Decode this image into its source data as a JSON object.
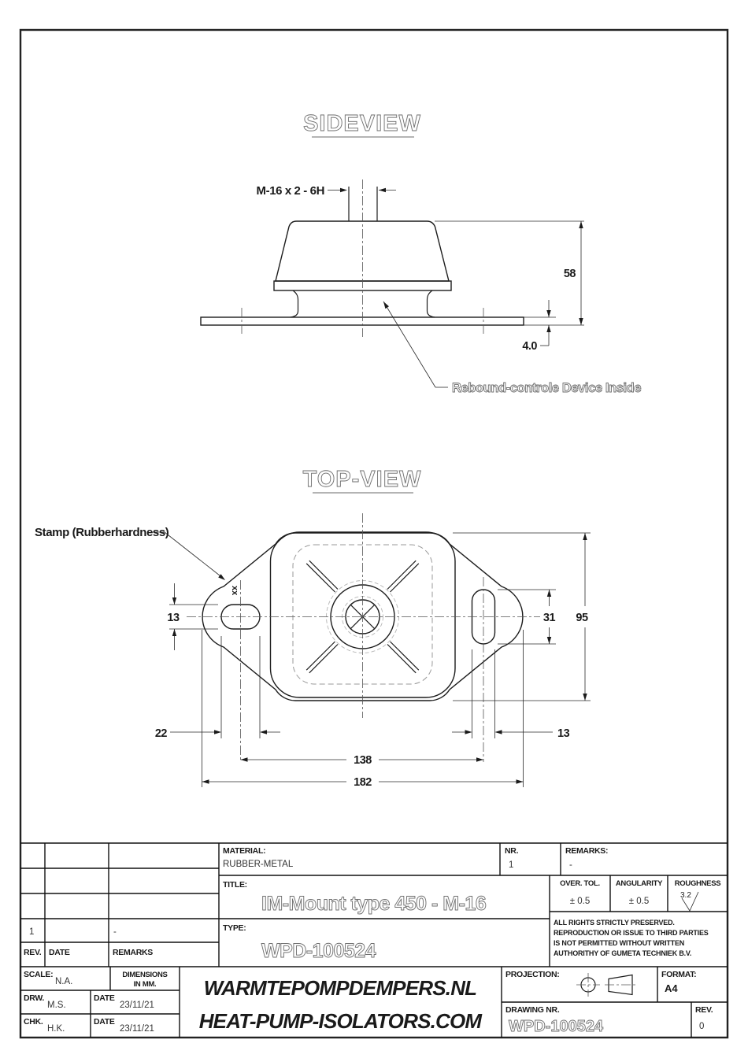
{
  "drawing": {
    "sideview": {
      "title": "SIDEVIEW",
      "thread_label": "M-16 x 2 - 6H",
      "dim_total_height": "58",
      "dim_plate_thickness": "4.0",
      "callout": "Rebound-controle Device Inside"
    },
    "topview": {
      "title": "TOP-VIEW",
      "stamp_label": "Stamp (Rubberhardness)",
      "stamp_mark": "xx",
      "dim_left_slot_width": "13",
      "dim_right_slot_length": "31",
      "dim_overall_width": "95",
      "dim_left_slot_length": "22",
      "dim_right_slot_width": "13",
      "dim_hole_centers": "138",
      "dim_overall_length": "182"
    }
  },
  "titleblock": {
    "material_label": "MATERIAL:",
    "material_value": "RUBBER-METAL",
    "nr_label": "NR.",
    "nr_value": "1",
    "remarks_label": "REMARKS:",
    "remarks_value": "-",
    "title_label": "TITLE:",
    "title_value": "IM-Mount type 450 - M-16",
    "type_label": "TYPE:",
    "type_value": "WPD-100524",
    "over_tol_label": "OVER. TOL.",
    "over_tol_value": "± 0.5",
    "angularity_label": "ANGULARITY",
    "angularity_value": "± 0.5",
    "roughness_label": "ROUGHNESS",
    "roughness_value": "3.2",
    "rights_line1": "ALL RIGHTS STRICTLY PRESERVED.",
    "rights_line2": "REPRODUCTION OR ISSUE TO THIRD PARTIES",
    "rights_line3": "IS NOT PERMITTED WITHOUT WRITTEN",
    "rights_line4": "AUTHORITHY OF GUMETA TECHNIEK B.V."
  },
  "revision_table": {
    "rev_label": "REV.",
    "date_label": "DATE",
    "remarks_label": "REMARKS",
    "row_rev": "1",
    "row_date": "",
    "row_remarks": "-"
  },
  "info_table": {
    "scale_label": "SCALE:",
    "scale_value": "N.A.",
    "dims_note_line1": "DIMENSIONS",
    "dims_note_line2": "IN MM.",
    "drw_label": "DRW.",
    "drw_value": "M.S.",
    "drw_date_label": "DATE",
    "drw_date_value": "23/11/21",
    "chk_label": "CHK.",
    "chk_value": "H.K.",
    "chk_date_label": "DATE",
    "chk_date_value": "23/11/21"
  },
  "footer": {
    "brand_line1": "WARMTEPOMPDEMPERS.NL",
    "brand_line2": "HEAT-PUMP-ISOLATORS.COM",
    "projection_label": "PROJECTION:",
    "format_label": "FORMAT:",
    "format_value": "A4",
    "drawing_nr_label": "DRAWING NR.",
    "drawing_nr_value": "WPD-100524",
    "rev_label": "REV.",
    "rev_value": "0"
  }
}
